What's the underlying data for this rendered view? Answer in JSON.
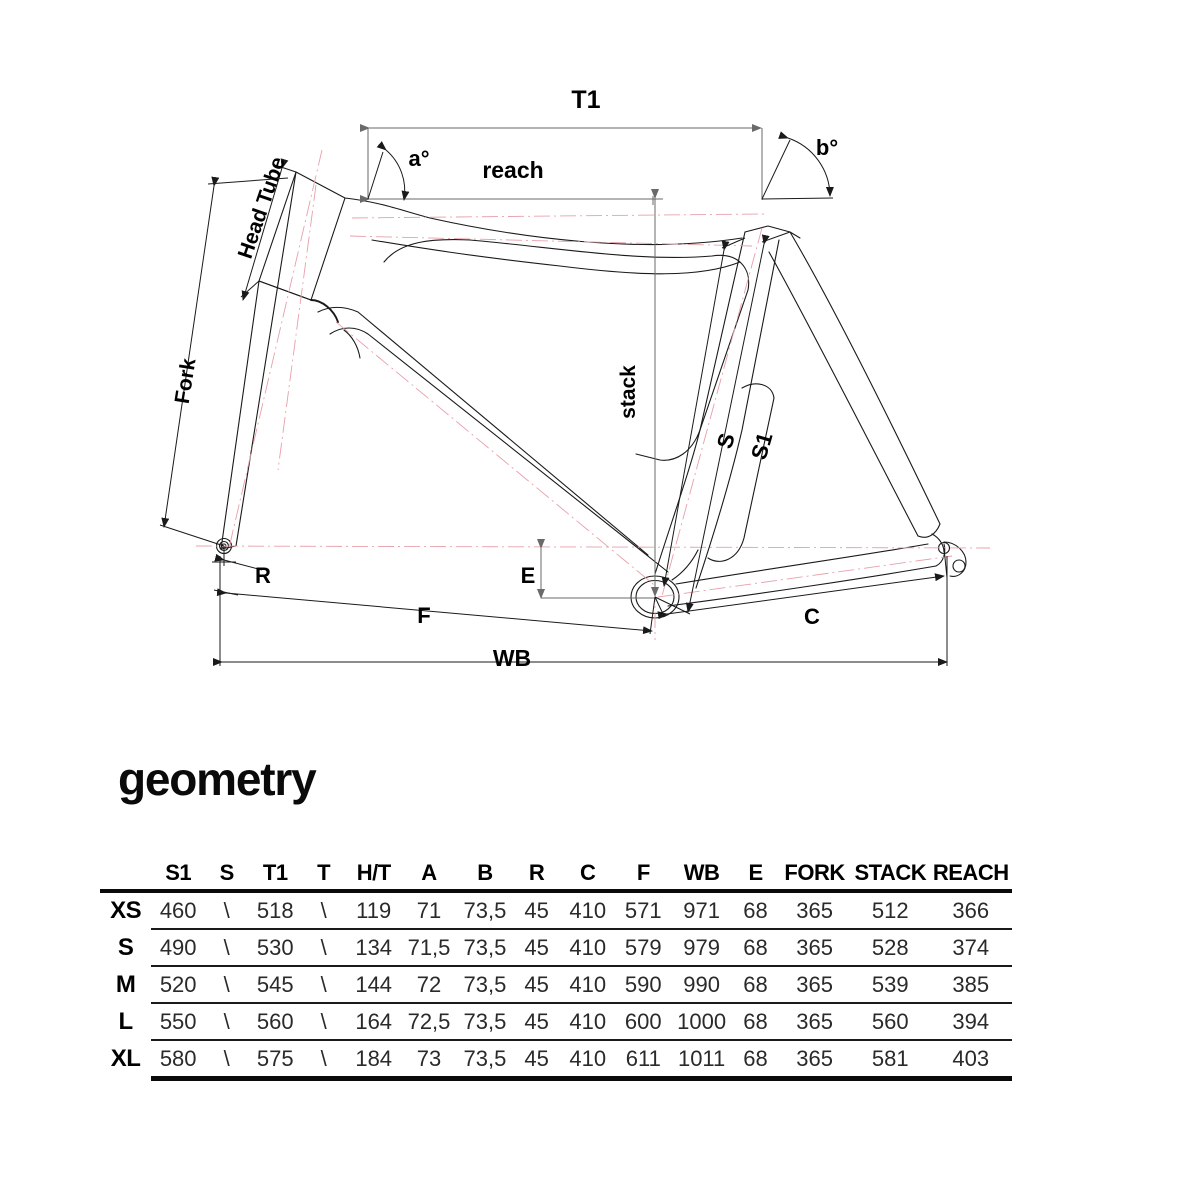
{
  "title": "geometry",
  "colors": {
    "line": "#1a1a1a",
    "centerline": "#e8a0a8",
    "dimension": "#6a6a6a",
    "text": "#000000",
    "background": "#ffffff"
  },
  "diagram": {
    "name": "bicycle-frame-geometry-drawing",
    "labels": {
      "t1": "T1",
      "reach": "reach",
      "angle_a": "a°",
      "angle_b": "b°",
      "head_tube": "Head Tube",
      "fork": "Fork",
      "stack": "stack",
      "s": "S",
      "s1": "S1",
      "c": "C",
      "e": "E",
      "f": "F",
      "r": "R",
      "wb": "WB"
    }
  },
  "table": {
    "size_header": "",
    "columns": [
      "S1",
      "S",
      "T1",
      "T",
      "H/T",
      "A",
      "B",
      "R",
      "C",
      "F",
      "WB",
      "E",
      "FORK",
      "STACK",
      "REACH"
    ],
    "rows": [
      {
        "size": "XS",
        "values": [
          "460",
          "\\",
          "518",
          "\\",
          "119",
          "71",
          "73,5",
          "45",
          "410",
          "571",
          "971",
          "68",
          "365",
          "512",
          "366"
        ]
      },
      {
        "size": "S",
        "values": [
          "490",
          "\\",
          "530",
          "\\",
          "134",
          "71,5",
          "73,5",
          "45",
          "410",
          "579",
          "979",
          "68",
          "365",
          "528",
          "374"
        ]
      },
      {
        "size": "M",
        "values": [
          "520",
          "\\",
          "545",
          "\\",
          "144",
          "72",
          "73,5",
          "45",
          "410",
          "590",
          "990",
          "68",
          "365",
          "539",
          "385"
        ]
      },
      {
        "size": "L",
        "values": [
          "550",
          "\\",
          "560",
          "\\",
          "164",
          "72,5",
          "73,5",
          "45",
          "410",
          "600",
          "1000",
          "68",
          "365",
          "560",
          "394"
        ]
      },
      {
        "size": "XL",
        "values": [
          "580",
          "\\",
          "575",
          "\\",
          "184",
          "73",
          "73,5",
          "45",
          "410",
          "611",
          "1011",
          "68",
          "365",
          "581",
          "403"
        ]
      }
    ]
  }
}
